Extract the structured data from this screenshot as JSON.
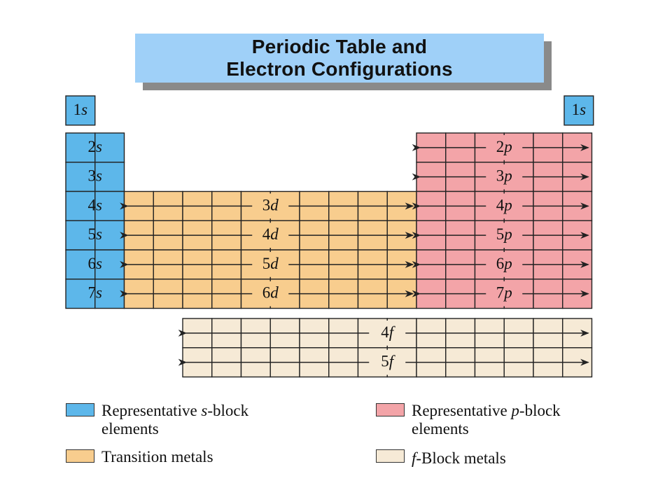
{
  "title": {
    "line1": "Periodic Table and",
    "line2": "Electron Configurations"
  },
  "colors": {
    "s_block": "#5db7ea",
    "d_block": "#f8cd8e",
    "p_block": "#f3a4a8",
    "f_block": "#f6ead6",
    "grid_line": "#222222",
    "title_bg": "#9fd0f8"
  },
  "blocks": {
    "s_top": [
      {
        "num": "1",
        "letter": "s"
      },
      {
        "num": "1",
        "letter": "s"
      }
    ],
    "s": [
      {
        "num": "2",
        "letter": "s"
      },
      {
        "num": "3",
        "letter": "s"
      },
      {
        "num": "4",
        "letter": "s"
      },
      {
        "num": "5",
        "letter": "s"
      },
      {
        "num": "6",
        "letter": "s"
      },
      {
        "num": "7",
        "letter": "s"
      }
    ],
    "d": [
      {
        "num": "3",
        "letter": "d"
      },
      {
        "num": "4",
        "letter": "d"
      },
      {
        "num": "5",
        "letter": "d"
      },
      {
        "num": "6",
        "letter": "d"
      }
    ],
    "p": [
      {
        "num": "2",
        "letter": "p"
      },
      {
        "num": "3",
        "letter": "p"
      },
      {
        "num": "4",
        "letter": "p"
      },
      {
        "num": "5",
        "letter": "p"
      },
      {
        "num": "6",
        "letter": "p"
      },
      {
        "num": "7",
        "letter": "p"
      }
    ],
    "f": [
      {
        "num": "4",
        "letter": "f"
      },
      {
        "num": "5",
        "letter": "f"
      }
    ]
  },
  "legend": {
    "s_block": {
      "pre": "Representative ",
      "italic": "s",
      "post": "-block",
      "line2": "elements"
    },
    "p_block": {
      "pre": "Representative ",
      "italic": "p",
      "post": "-block",
      "line2": "elements"
    },
    "transition": {
      "text": "Transition metals"
    },
    "f_block": {
      "italic": "f",
      "post": "-Block metals"
    }
  }
}
